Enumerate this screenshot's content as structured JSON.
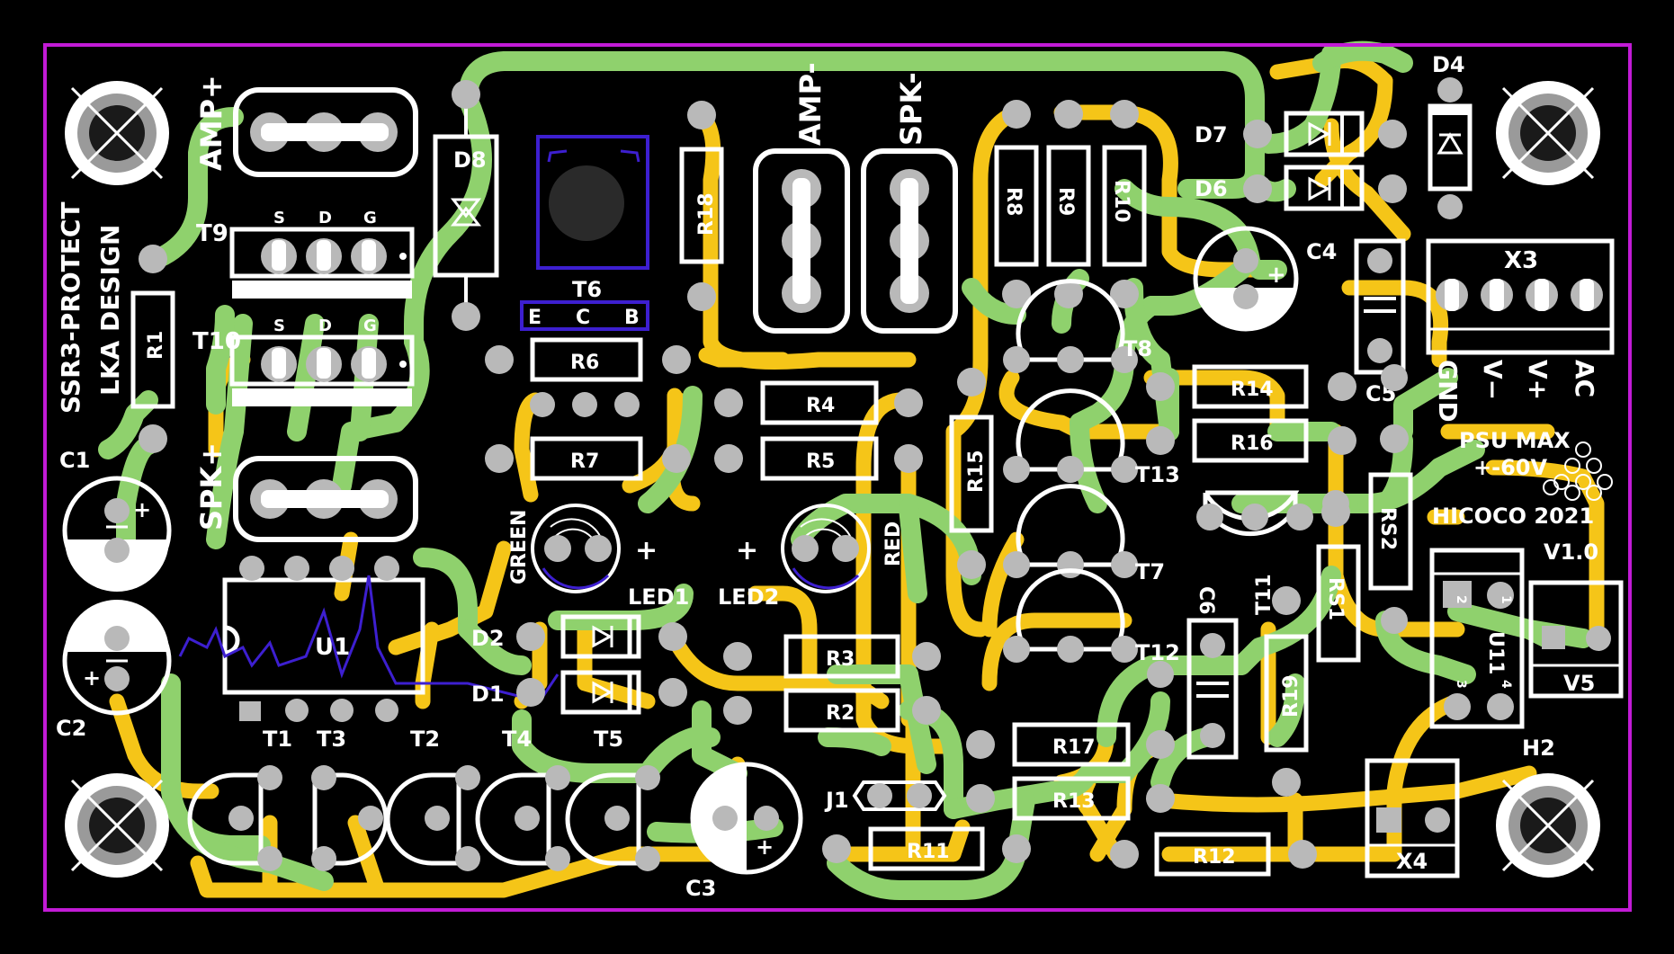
{
  "board": {
    "title_lines": [
      "SSR3-PROTECT",
      "LKA DESIGN"
    ],
    "psu_lines": [
      "PSU MAX",
      "+-60V"
    ],
    "credit": "HICOCO 2021",
    "version": "V1.0"
  },
  "colors": {
    "background": "#000000",
    "outline": "#c21bd6",
    "silkscreen": "#ffffff",
    "bottom_copper": "#f5c518",
    "top_copper": "#8fd16d",
    "pad": "#b9b9b9",
    "purple_silk": "#3d1fd0",
    "mount_hole": "#1a1a1a"
  },
  "connectors": {
    "amp_plus": "AMP+",
    "spk_plus": "SPK+",
    "amp_minus": "AMP-",
    "spk_minus": "SPK-",
    "x3": "X3",
    "x3_pins": [
      "GND",
      "V−",
      "V+",
      "AC"
    ],
    "x4": "X4",
    "v5": "V5",
    "j1": "J1"
  },
  "mosfets": {
    "t9": "T9",
    "t10": "T10",
    "pins": [
      "S",
      "D",
      "G"
    ]
  },
  "labels": {
    "d8": "D8",
    "t6": "T6",
    "t6_pins": [
      "E",
      "C",
      "B"
    ],
    "r1": "R1",
    "r2": "R2",
    "r3": "R3",
    "r4": "R4",
    "r5": "R5",
    "r6": "R6",
    "r7": "R7",
    "r8": "R8",
    "r9": "R9",
    "r10": "R10",
    "r11": "R11",
    "r12": "R12",
    "r13": "R13",
    "r14": "R14",
    "r15": "R15",
    "r16": "R16",
    "r17": "R17",
    "r18": "R18",
    "r19": "R19",
    "rs1": "RS1",
    "rs2": "RS2",
    "c1": "C1",
    "c2": "C2",
    "c3": "C3",
    "c4": "C4",
    "c5": "C5",
    "c6": "C6",
    "d1": "D1",
    "d2": "D2",
    "d4": "D4",
    "d6": "D6",
    "d7": "D7",
    "u1": "U1",
    "u11": "U11",
    "u11_pins": [
      "2",
      "1",
      "3",
      "4"
    ],
    "led1": "LED1",
    "led2": "LED2",
    "green": "GREEN",
    "red": "RED",
    "t1": "T1",
    "t2": "T2",
    "t3": "T3",
    "t4": "T4",
    "t5": "T5",
    "t7": "T7",
    "t8": "T8",
    "t11": "T11",
    "t12": "T12",
    "t13": "T13",
    "h2": "H2",
    "plus": "+"
  }
}
